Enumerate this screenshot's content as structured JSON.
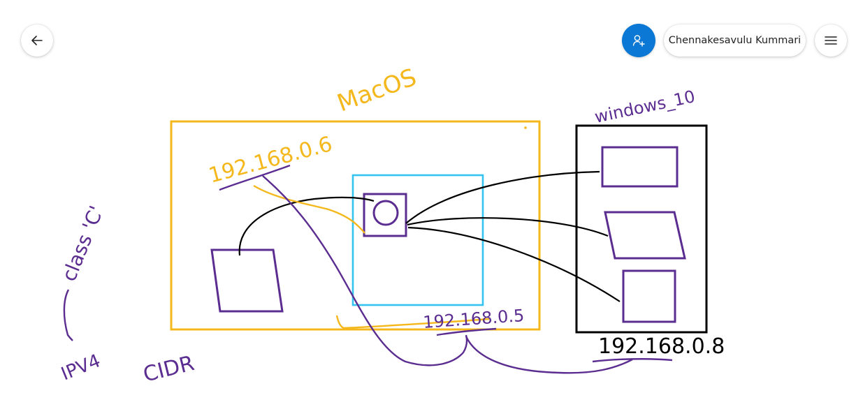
{
  "toolbar": {
    "back_icon": "arrow-left-icon",
    "share_icon": "add-user-icon",
    "menu_icon": "hamburger-menu-icon",
    "accent_color": "#0a78d4",
    "user_name": "Chennakesavulu Kummari"
  },
  "whiteboard": {
    "colors": {
      "yellow": "#f4b81c",
      "purple": "#5b2d91",
      "blue": "#35c3ef",
      "black": "#000000"
    },
    "labels": {
      "macos": "MacOS",
      "macos_ip": "192.168.0.6",
      "windows": "windows_10",
      "center_ip": "192.168.0.5",
      "windows_ip": "192.168.0.8",
      "class_c": "class 'C'",
      "ipv4": "IPV4",
      "cidr": "CIDR"
    }
  }
}
